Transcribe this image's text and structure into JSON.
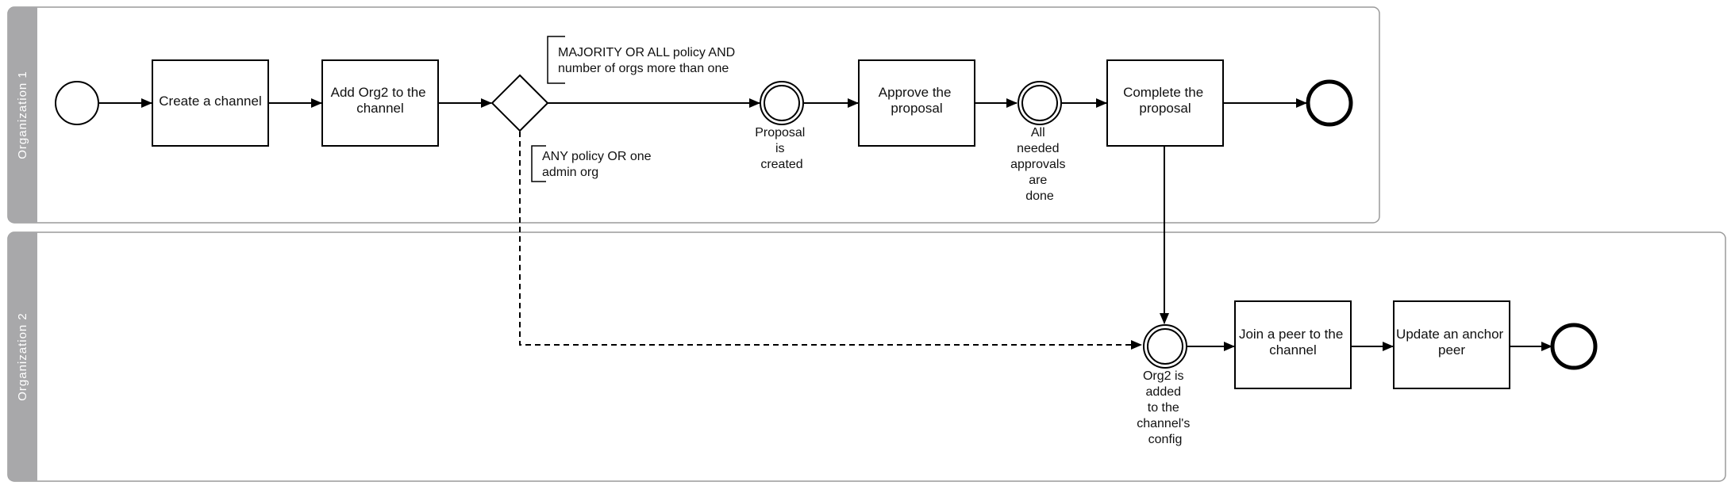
{
  "lanes": {
    "org1": "Organization 1",
    "org2": "Organization 2"
  },
  "tasks": {
    "create_channel": [
      "Create a channel"
    ],
    "add_org2": [
      "Add Org2 to the",
      "channel"
    ],
    "approve_proposal": [
      "Approve the",
      "proposal"
    ],
    "complete_proposal": [
      "Complete the",
      "proposal"
    ],
    "join_peer": [
      "Join a peer to the",
      "channel"
    ],
    "update_anchor": [
      "Update an anchor",
      "peer"
    ]
  },
  "events": {
    "proposal_created": [
      "Proposal",
      "is",
      "created"
    ],
    "approvals_done": [
      "All",
      "needed",
      "approvals",
      "are",
      "done"
    ],
    "org2_added": [
      "Org2 is",
      "added",
      "to the",
      "channel's",
      "config"
    ]
  },
  "annotations": {
    "majority_policy": [
      "MAJORITY OR ALL policy AND",
      "number of orgs more than one"
    ],
    "any_policy": [
      "ANY policy OR one",
      "admin org"
    ]
  },
  "colors": {
    "lane_header": "#a8a8aa",
    "lane_border": "#9a9a9a",
    "stroke": "#000000"
  }
}
